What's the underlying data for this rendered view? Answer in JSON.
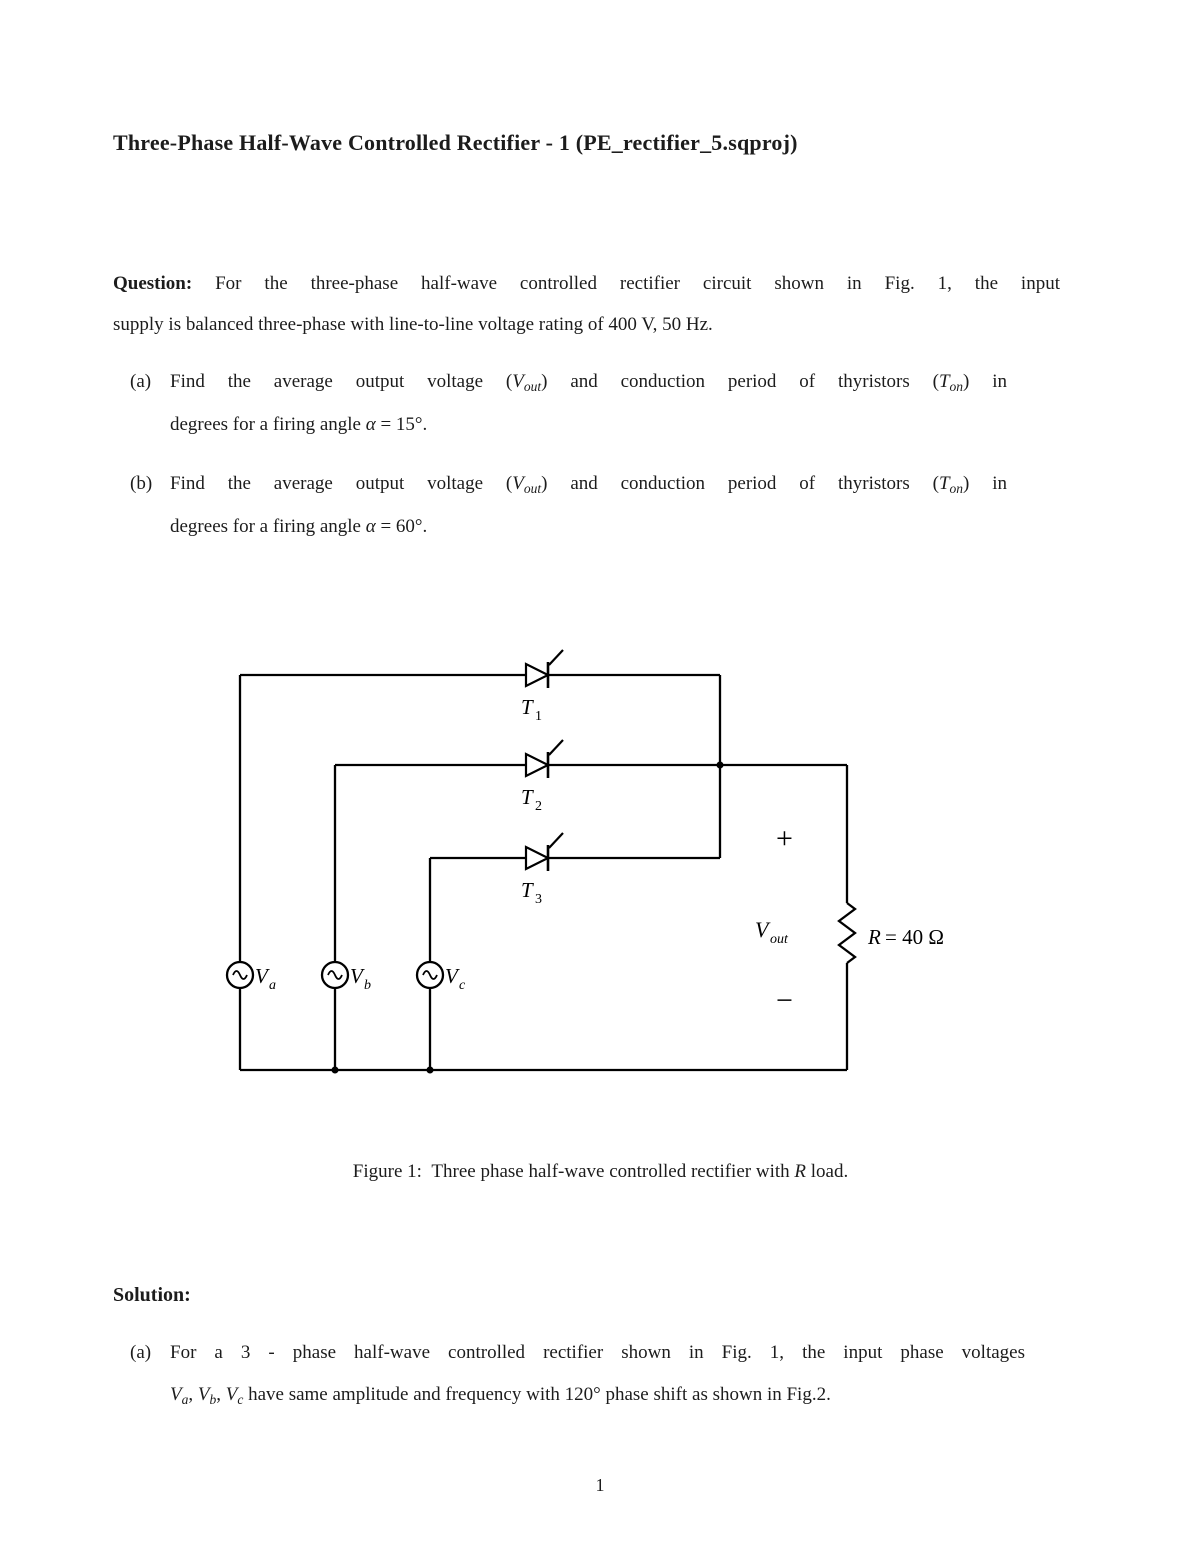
{
  "page": {
    "title": "Three-Phase Half-Wave Controlled Rectifier - 1 (PE_rectifier_5.sqproj)",
    "page_number": "1"
  },
  "question": {
    "lines": [
      [
        "Question:",
        " For the three-phase half-wave controlled rectifier circuit shown in Fig. 1, the input"
      ],
      [
        "supply is balanced three-phase with line-to-line voltage rating of 400 V, 50 Hz."
      ]
    ],
    "items": [
      {
        "marker": "(a)",
        "line1": [
          "Find the average output voltage (",
          "V",
          "out",
          ") and conduction period of thyristors (",
          "T",
          "on",
          ") in"
        ],
        "line2": [
          "degrees for a firing angle ",
          "α",
          " = 15°."
        ]
      },
      {
        "marker": "(b)",
        "line1": [
          "Find the average output voltage (",
          "V",
          "out",
          ") and conduction period of thyristors (",
          "T",
          "on",
          ") in"
        ],
        "line2": [
          "degrees for a firing angle ",
          "α",
          " = 60°."
        ]
      }
    ]
  },
  "figure": {
    "caption": [
      "Figure 1: Three phase half-wave controlled rectifier with ",
      "R",
      " load."
    ],
    "thyristors": [
      {
        "sym": "T",
        "sub": "1"
      },
      {
        "sym": "T",
        "sub": "2"
      },
      {
        "sym": "T",
        "sub": "3"
      }
    ],
    "sources": [
      {
        "sym": "V",
        "sub": "a"
      },
      {
        "sym": "V",
        "sub": "b"
      },
      {
        "sym": "V",
        "sub": "c"
      }
    ],
    "output": {
      "sym": "V",
      "sub": "out"
    },
    "plus": "+",
    "minus": "−",
    "resistor": {
      "sym": "R",
      "value": "= 40 Ω"
    }
  },
  "solution": {
    "label": "Solution:",
    "items": [
      {
        "marker": "(a)",
        "line1": [
          "For a 3 - phase half-wave controlled rectifier shown in Fig. 1, the input phase voltages"
        ],
        "line2": [
          "V",
          "a",
          ", ",
          "V",
          "b",
          ", ",
          "V",
          "c",
          " have same amplitude and frequency with 120° phase shift as shown in Fig.2."
        ]
      }
    ]
  }
}
